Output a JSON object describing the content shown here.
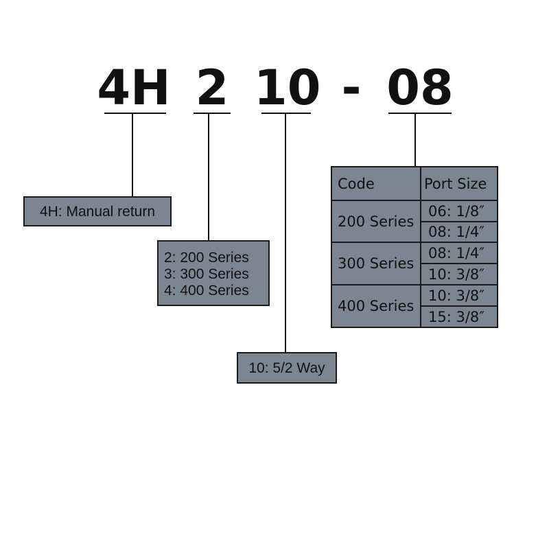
{
  "model_code": {
    "parts": [
      {
        "id": "type",
        "text": "4H"
      },
      {
        "id": "series",
        "text": "2"
      },
      {
        "id": "way",
        "text": "10"
      },
      {
        "id": "sep",
        "text": "-"
      },
      {
        "id": "port",
        "text": "08"
      }
    ]
  },
  "legend": {
    "type_box": [
      "4H: Manual return"
    ],
    "series_box": [
      "2: 200 Series",
      "3: 300 Series",
      "4: 400 Series"
    ],
    "way_box": [
      "10: 5/2 Way"
    ]
  },
  "port_table": {
    "headers": [
      "Code",
      "Port Size"
    ],
    "groups": [
      {
        "series": "200 Series",
        "sizes": [
          "06: 1/8″",
          "08: 1/4″"
        ]
      },
      {
        "series": "300 Series",
        "sizes": [
          "08: 1/4″",
          "10: 3/8″"
        ]
      },
      {
        "series": "400 Series",
        "sizes": [
          "10: 3/8″",
          "15: 3/8″"
        ]
      }
    ]
  },
  "colors": {
    "box_fill": "#7c8690",
    "line": "#111111",
    "background": "#ffffff"
  }
}
